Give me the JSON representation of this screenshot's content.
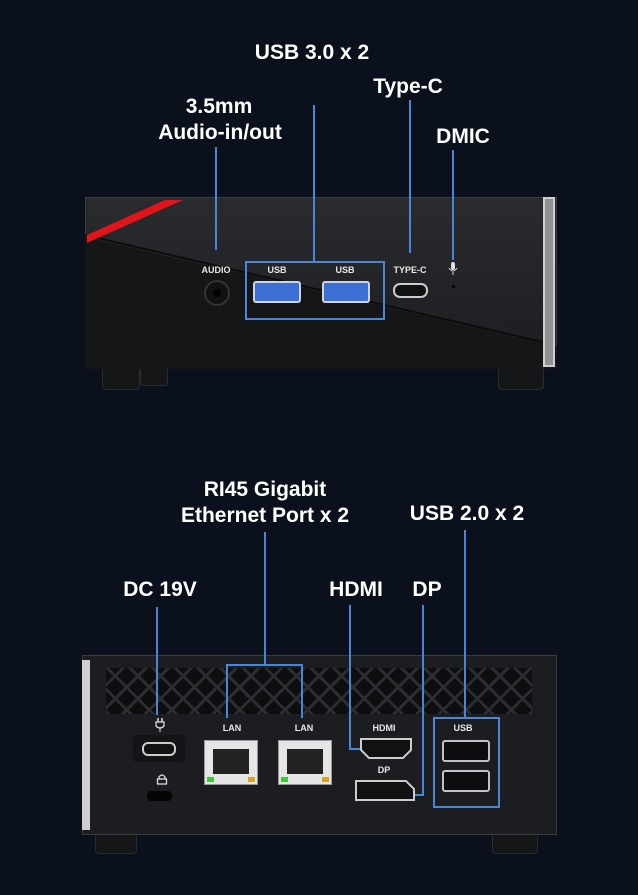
{
  "front_panel": {
    "callouts": {
      "usb3": "USB 3.0 x 2",
      "type_c": "Type-C",
      "audio_line1": "3.5mm",
      "audio_line2": "Audio-in/out",
      "dmic": "DMIC"
    },
    "port_labels": {
      "audio": "AUDIO",
      "usb_1": "USB",
      "usb_2": "USB",
      "type_c": "TYPE-C"
    }
  },
  "rear_panel": {
    "callouts": {
      "rj45_line1": "RI45 Gigabit",
      "rj45_line2": "Ethernet Port x 2",
      "usb2": "USB 2.0 x 2",
      "dc": "DC 19V",
      "hdmi": "HDMI",
      "dp": "DP"
    },
    "port_labels": {
      "lan_1": "LAN",
      "lan_2": "LAN",
      "hdmi": "HDMI",
      "dp": "DP",
      "usb": "USB"
    }
  },
  "colors": {
    "background": "#0b111c",
    "callout_line": "#4a86d8",
    "accent_red": "#e0141a",
    "usb3_blue": "#3b6fd6"
  }
}
